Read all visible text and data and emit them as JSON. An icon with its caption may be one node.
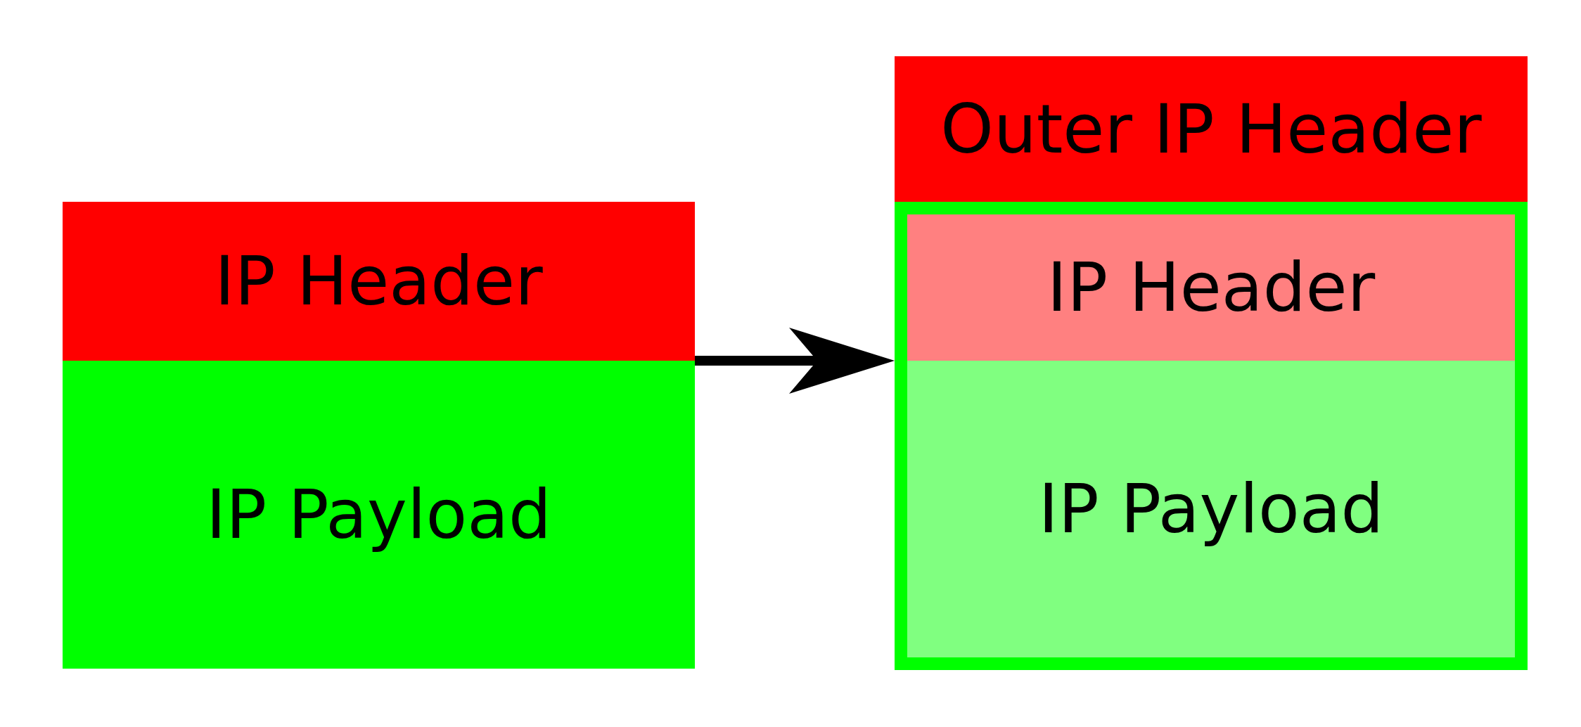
{
  "diagram": {
    "nodes": [
      {
        "text": [],
        "shape": "box"
      },
      {
        "text": [
          "IP Header"
        ],
        "in": 0
      },
      {
        "text": [
          "IP Payload"
        ],
        "in": 0
      },
      {
        "text": [
          "Outer IP Header"
        ]
      },
      {
        "text": [],
        "shape": "box"
      },
      {
        "text": [
          "IP Header"
        ],
        "in": 4
      },
      {
        "text": [
          "IP Payload"
        ],
        "in": 4
      }
    ],
    "edges": [
      {
        "from": 0,
        "to": 4,
        "arrow": "to"
      }
    ]
  }
}
